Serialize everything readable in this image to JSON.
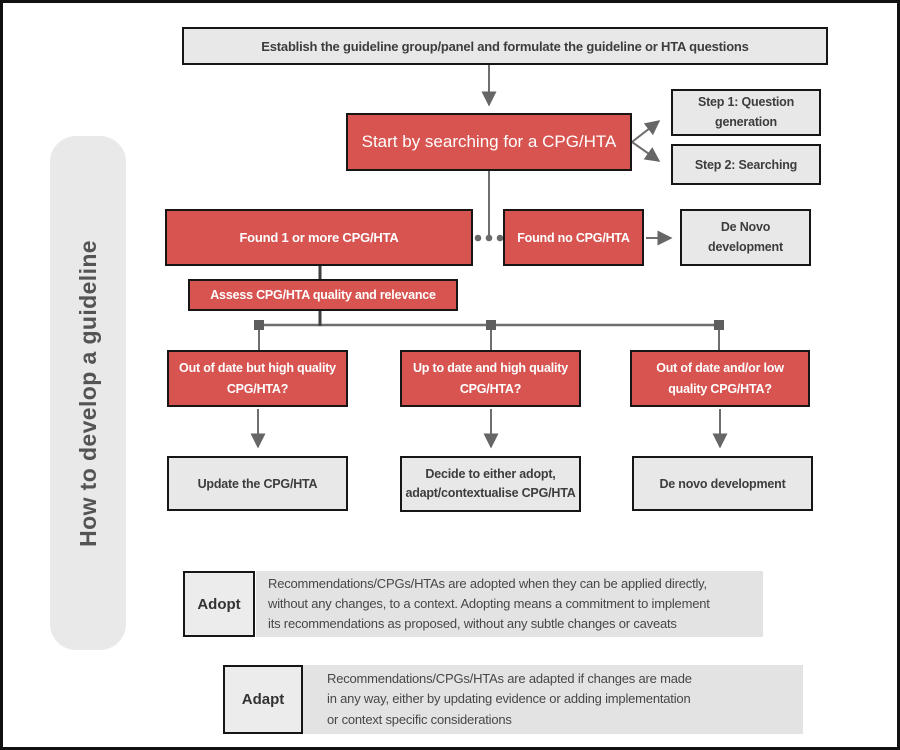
{
  "page": {
    "title": "How to develop a guideline"
  },
  "colors": {
    "node_red": "#d75450",
    "node_grey": "#e8e8e8",
    "legend_panel_grey": "#e3e3e3",
    "sidebar_grey": "#e9e9e9",
    "connector_grey": "#6e6e6e",
    "connector_dark": "#3f3f3f",
    "border_black": "#161616",
    "text_dark": "#3d3d3d",
    "text_white": "#ffffff"
  },
  "flowchart": {
    "nodes": {
      "establish": "Establish the guideline group/panel and formulate the guideline or HTA questions",
      "start": "Start by searching for a CPG/HTA",
      "step1": "Step 1: Question generation",
      "step2": "Step 2: Searching",
      "found_some": "Found 1 or more CPG/HTA",
      "found_none": "Found no CPG/HTA",
      "de_novo_top": "De Novo development",
      "assess": "Assess CPG/HTA quality and relevance",
      "q_out_of_date_high_quality": "Out of date but high quality CPG/HTA?",
      "q_up_to_date_high_quality": "Up to date and high quality CPG/HTA?",
      "q_out_of_date_low_quality": "Out of date and/or low quality CPG/HTA?",
      "update": "Update the CPG/HTA",
      "decide": "Decide to either adopt, adapt/contextualise CPG/HTA",
      "de_novo_bottom": "De novo development"
    },
    "legend": [
      {
        "term": "Adopt",
        "definition": "Recommendations/CPGs/HTAs are adopted when they can be applied directly,\nwithout any changes, to a context. Adopting means a commitment to implement\nits recommendations as proposed, without any subtle changes or caveats"
      },
      {
        "term": "Adapt",
        "definition": "Recommendations/CPGs/HTAs are adapted if changes are made\nin any way, either by updating evidence or adding implementation\nor context specific considerations"
      }
    ]
  }
}
